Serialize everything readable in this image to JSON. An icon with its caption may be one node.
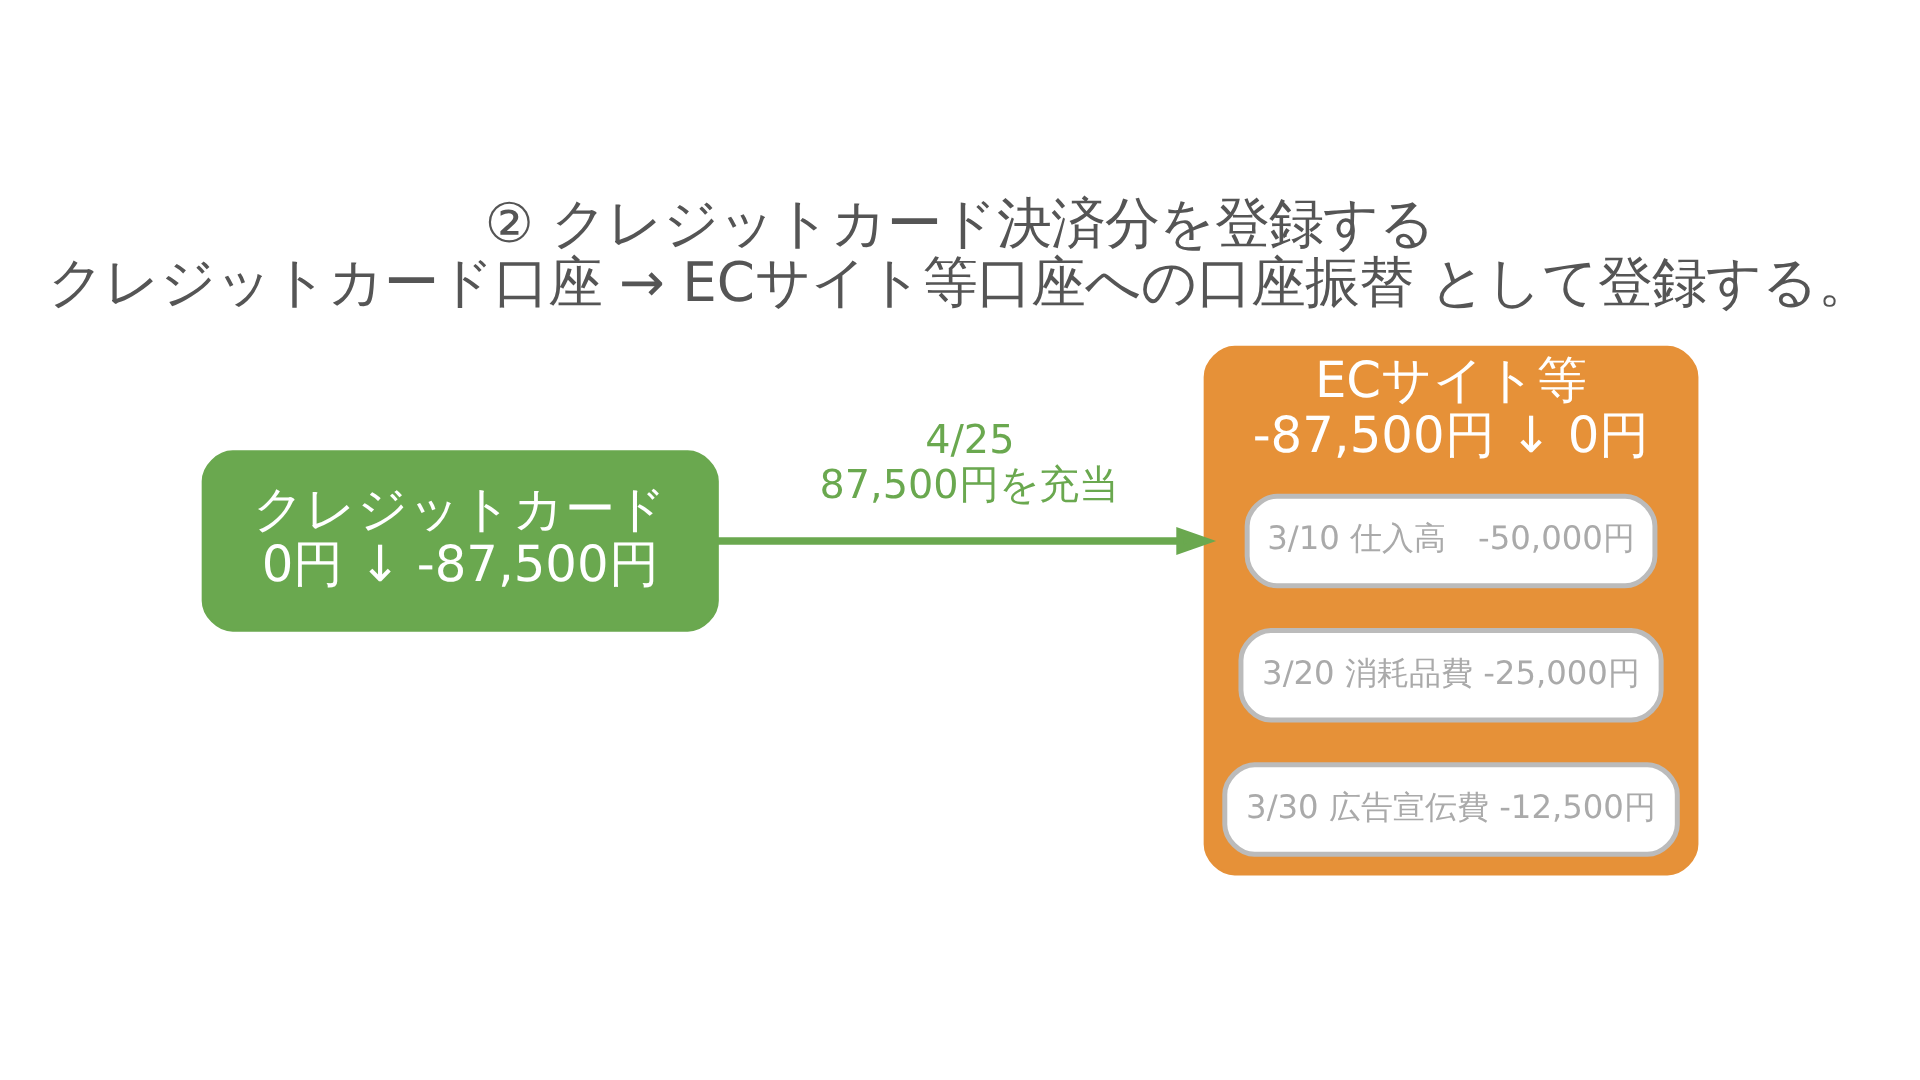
{
  "diagram": {
    "title": "② クレジットカード決済分を登録する",
    "nodes": [
      {
        "text": [
          "クレジットカード",
          "0円 ↓ -87,500円"
        ]
      },
      {
        "text": [
          "ECサイト等",
          "-87,500円 ↓ 0円"
        ]
      },
      {
        "text": [
          "3/10 仕入高　-50,000円"
        ],
        "in": 1
      },
      {
        "text": [
          "3/20 消耗品費 -25,000円"
        ],
        "in": 1
      },
      {
        "text": [
          "3/30 広告宣伝費 -12,500円"
        ],
        "in": 1
      }
    ],
    "edges": [
      {
        "from": 0,
        "to": 1,
        "arrow": "to",
        "label": "4/25 87,500円を充当",
        "color": "#6aa84f"
      }
    ],
    "caption": "クレジットカード口座 → ECサイト等口座への口座振替 として登録する。"
  }
}
